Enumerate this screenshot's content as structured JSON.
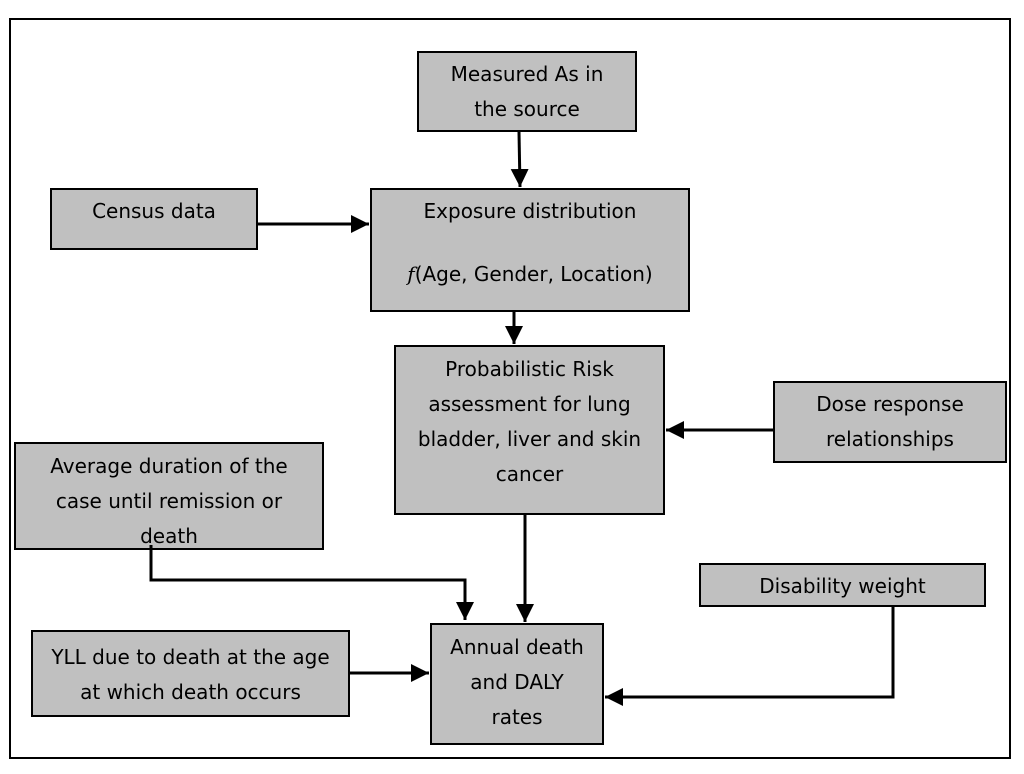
{
  "diagram": {
    "nodes": {
      "measured_as": {
        "lines": [
          "Measured As in",
          "the source"
        ]
      },
      "census": {
        "lines": [
          "Census data"
        ]
      },
      "exposure": {
        "line1": "Exposure distribution",
        "func_symbol": "f",
        "func_args": "(Age, Gender, Location)"
      },
      "risk": {
        "lines": [
          "Probabilistic Risk",
          "assessment for lung",
          "bladder, liver and skin",
          "cancer"
        ]
      },
      "dose": {
        "lines": [
          "Dose response",
          "relationships"
        ]
      },
      "duration": {
        "lines": [
          "Average duration of the",
          "case until remission or",
          "death"
        ]
      },
      "disability": {
        "lines": [
          "Disability weight"
        ]
      },
      "yll": {
        "lines": [
          "YLL due to death at the age",
          "at which death occurs"
        ]
      },
      "annual": {
        "lines": [
          "Annual death",
          "and DALY",
          "rates"
        ]
      }
    },
    "edges": [
      {
        "from": "measured_as",
        "to": "exposure"
      },
      {
        "from": "census",
        "to": "exposure"
      },
      {
        "from": "exposure",
        "to": "risk"
      },
      {
        "from": "dose",
        "to": "risk"
      },
      {
        "from": "risk",
        "to": "annual"
      },
      {
        "from": "duration",
        "to": "annual"
      },
      {
        "from": "disability",
        "to": "annual"
      },
      {
        "from": "yll",
        "to": "annual"
      }
    ]
  }
}
